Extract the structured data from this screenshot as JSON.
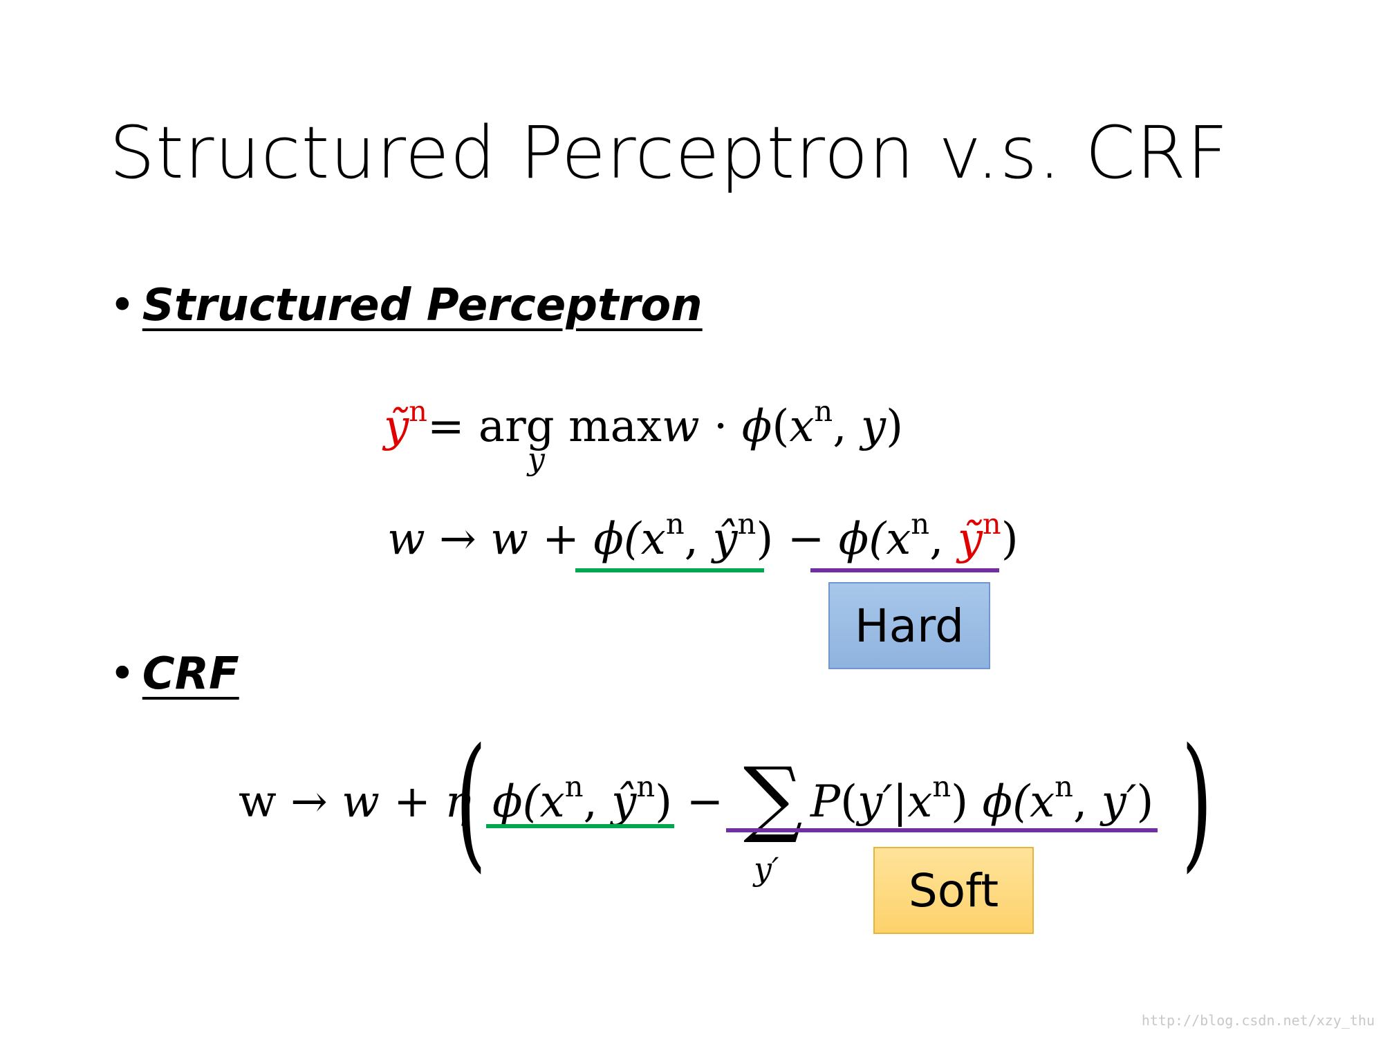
{
  "slide": {
    "title": "Structured Perceptron v.s. CRF",
    "bullets": [
      {
        "marker": "•",
        "label": "Structured Perceptron"
      },
      {
        "marker": "•",
        "label": "CRF"
      }
    ],
    "eq1": {
      "lhs": "ỹ",
      "lhs_sup": "n",
      "op": " = arg max ",
      "under": "y",
      "rhs_w": "w",
      "rhs_mid": " · ",
      "phi": "ϕ",
      "open": "(",
      "x": "x",
      "x_sup": "n",
      "comma": ", ",
      "y": "y",
      "close": ")"
    },
    "eq2": {
      "w1": "w",
      "arrow": " → ",
      "w2": "w",
      "plus": " + ",
      "term1": "ϕ(",
      "x": "x",
      "sup": "n",
      "comma": ", ",
      "yhat": "ŷ",
      "yhat_sup": "n",
      "close1": ")",
      "minus": " − ",
      "term2": "ϕ(",
      "x2": "x",
      "sup2": "n",
      "comma2": ", ",
      "ytilde": "ỹ",
      "ytilde_sup": "n",
      "close2": ")"
    },
    "eq3": {
      "w1": "w",
      "arrow": " → ",
      "w2": "w",
      "plus": " + ",
      "eta": "η",
      "lparen": "(",
      "term1": "ϕ(",
      "x": "x",
      "sup": "n",
      "comma": ", ",
      "yhat": "ŷ",
      "yhat_sup": "n",
      "close1": ")",
      "minus": " −",
      "sigma": "∑",
      "sigma_sub": "y′",
      "P": "P",
      "p_open": "(",
      "yprime": "y′",
      "bar": "|",
      "x2": "x",
      "sup2": "n",
      "p_close": ")",
      "phi2": " ϕ(",
      "x3": "x",
      "sup3": "n",
      "comma3": ", ",
      "yprime2": "y′",
      "close3": ")",
      "rparen": ")"
    },
    "labels": {
      "hard": "Hard",
      "soft": "Soft"
    },
    "watermark": "http://blog.csdn.net/xzy_thu",
    "colors": {
      "red": "#e00000",
      "green": "#00a650",
      "purple": "#7030a0",
      "hard_box": "#9dbde6",
      "soft_box": "#fed97f"
    }
  }
}
